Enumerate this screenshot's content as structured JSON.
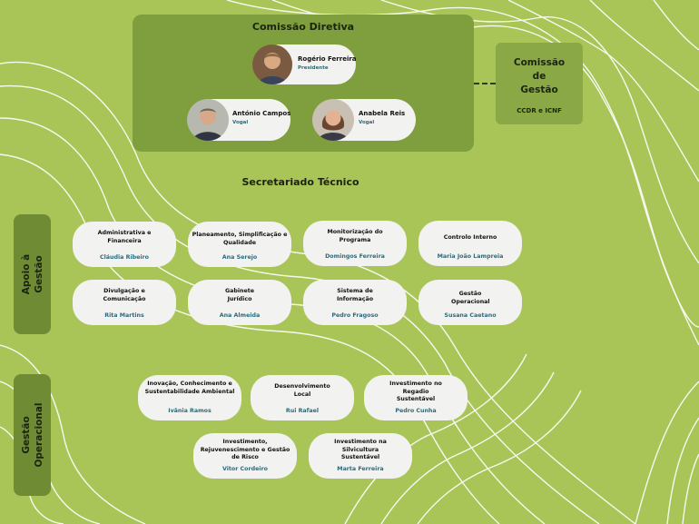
{
  "comissao_diretiva": {
    "title": "Comissão Diretiva",
    "presidente": {
      "name": "Rogério Ferreira",
      "role": "Presidente"
    },
    "vogais": [
      {
        "name": "António Campos",
        "role": "Vogal"
      },
      {
        "name": "Anabela Reis",
        "role": "Vogal"
      }
    ]
  },
  "comissao_gestao": {
    "title_lines": [
      "Comissão",
      "de",
      "Gestão"
    ],
    "subtitle": "CCDR e ICNF"
  },
  "secretariado": {
    "title": "Secretariado Técnico"
  },
  "apoio": {
    "label_lines": [
      "Apoio à",
      "Gestão"
    ],
    "units": [
      {
        "title": "Administrativa e Financeira",
        "name": "Cláudia Ribeiro"
      },
      {
        "title": "Planeamento, Simplificação e Qualidade",
        "name": "Ana Serejo"
      },
      {
        "title": "Monitorização do Programa",
        "name": "Domingos Ferreira"
      },
      {
        "title": "Controlo Interno",
        "name": "Maria João Lampreia"
      },
      {
        "title": "Divulgação e Comunicação",
        "name": "Rita Martins"
      },
      {
        "title": "Gabinete Jurídico",
        "name": "Ana Almeida"
      },
      {
        "title": "Sistema de Informação",
        "name": "Pedro Fragoso"
      },
      {
        "title": "Gestão Operacional",
        "name": "Susana Caetano"
      }
    ]
  },
  "operacional": {
    "label_lines": [
      "Gestão",
      "Operacional"
    ],
    "units": [
      {
        "title": "Inovação, Conhecimento e Sustentabilidade Ambiental",
        "name": "Ivânia Ramos"
      },
      {
        "title": "Desenvolvimento Local",
        "name": "Rui Rafael"
      },
      {
        "title": "Investimento no Regadio Sustentável",
        "name": "Pedro Cunha"
      },
      {
        "title": "Investimento, Rejuvenescimento e Gestão de Risco",
        "name": "Vitor Cordeiro"
      },
      {
        "title": "Investimento na Silvicultura Sustentável",
        "name": "Marta Ferreira"
      }
    ]
  },
  "colors": {
    "background": "#a9c457",
    "panel": "#7f9e3d",
    "side": "#6f8c35",
    "name_text": "#2b6b7c"
  }
}
